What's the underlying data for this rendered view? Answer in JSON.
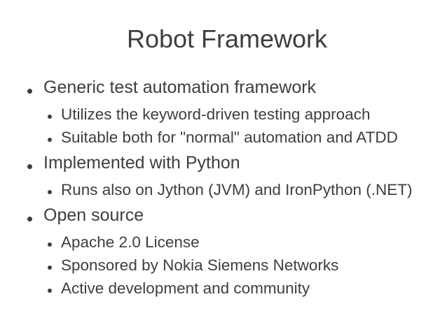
{
  "slide": {
    "title": "Robot Framework",
    "bullets": [
      {
        "level": 1,
        "text": "Generic test automation framework"
      },
      {
        "level": 2,
        "text": "Utilizes the keyword-driven testing approach"
      },
      {
        "level": 2,
        "text": "Suitable both for \"normal\" automation and ATDD"
      },
      {
        "level": 1,
        "text": "Implemented with Python"
      },
      {
        "level": 2,
        "text": "Runs also on Jython (JVM) and IronPython (.NET)"
      },
      {
        "level": 1,
        "text": "Open source"
      },
      {
        "level": 2,
        "text": "Apache 2.0 License"
      },
      {
        "level": 2,
        "text": "Sponsored by Nokia Siemens Networks"
      },
      {
        "level": 2,
        "text": "Active development and community"
      }
    ],
    "colors": {
      "background": "#ffffff",
      "text": "#3e3e3e"
    }
  }
}
